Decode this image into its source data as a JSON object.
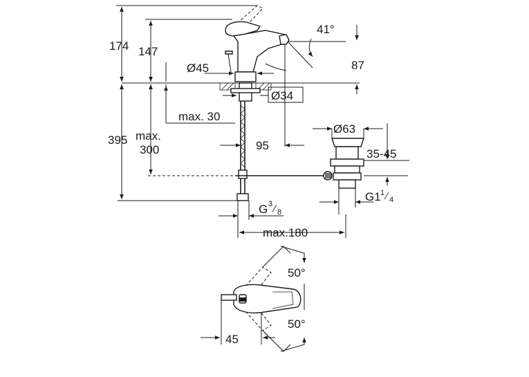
{
  "dimensions": {
    "total_height": "174",
    "spout_height": "147",
    "spout_angle": "41°",
    "spout_outlet_height": "87",
    "body_diameter": "Ø45",
    "hole_diameter": "Ø34",
    "max_deck": "max. 30",
    "tail_max_line1": "max.",
    "tail_max_line2": "300",
    "lower_height": "395",
    "projection": "95",
    "waste_diameter": "Ø63",
    "waste_range": "35-45",
    "waste_thread_main": "G1",
    "waste_thread_num": "1",
    "waste_thread_den": "4",
    "hose_thread_main": "G",
    "hose_thread_num": "3",
    "hose_thread_den": "8",
    "max_reach": "max.180",
    "rotation_right": "50°",
    "rotation_left": "50°",
    "lever_width": "45"
  }
}
